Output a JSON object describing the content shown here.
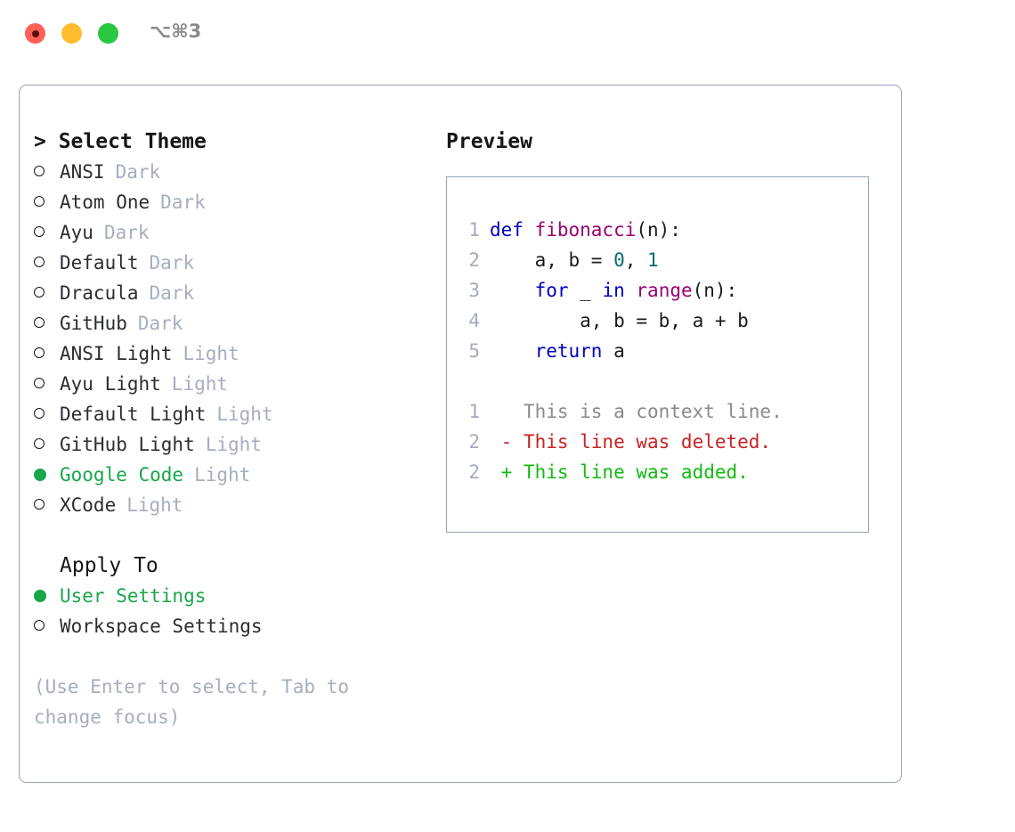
{
  "window": {
    "shortcut": "⌥⌘3",
    "traffic_lights": [
      "close",
      "minimize",
      "maximize"
    ]
  },
  "theme_panel": {
    "title": "> Select Theme",
    "options": [
      {
        "label": "ANSI",
        "tag": "Dark",
        "selected": false
      },
      {
        "label": "Atom One",
        "tag": "Dark",
        "selected": false
      },
      {
        "label": "Ayu",
        "tag": "Dark",
        "selected": false
      },
      {
        "label": "Default",
        "tag": "Dark",
        "selected": false
      },
      {
        "label": "Dracula",
        "tag": "Dark",
        "selected": false
      },
      {
        "label": "GitHub",
        "tag": "Dark",
        "selected": false
      },
      {
        "label": "ANSI Light",
        "tag": "Light",
        "selected": false
      },
      {
        "label": "Ayu Light",
        "tag": "Light",
        "selected": false
      },
      {
        "label": "Default Light",
        "tag": "Light",
        "selected": false
      },
      {
        "label": "GitHub Light",
        "tag": "Light",
        "selected": false
      },
      {
        "label": "Google Code",
        "tag": "Light",
        "selected": true
      },
      {
        "label": "XCode",
        "tag": "Light",
        "selected": false
      }
    ]
  },
  "apply_to": {
    "title": "Apply To",
    "options": [
      {
        "label": "User Settings",
        "tag": "",
        "selected": true
      },
      {
        "label": "Workspace Settings",
        "tag": "",
        "selected": false
      }
    ]
  },
  "hint": "(Use Enter to select, Tab to change focus)",
  "preview": {
    "title": "Preview",
    "code_lines": [
      {
        "num": "1",
        "tokens": [
          {
            "t": "def ",
            "c": "tok-kw"
          },
          {
            "t": "fibonacci",
            "c": "tok-fn"
          },
          {
            "t": "(n):",
            "c": "tok-plain"
          }
        ]
      },
      {
        "num": "2",
        "tokens": [
          {
            "t": "    a, b = ",
            "c": "tok-plain"
          },
          {
            "t": "0",
            "c": "tok-num"
          },
          {
            "t": ", ",
            "c": "tok-plain"
          },
          {
            "t": "1",
            "c": "tok-num"
          }
        ]
      },
      {
        "num": "3",
        "tokens": [
          {
            "t": "    ",
            "c": "tok-plain"
          },
          {
            "t": "for",
            "c": "tok-kw"
          },
          {
            "t": " _ ",
            "c": "tok-plain"
          },
          {
            "t": "in",
            "c": "tok-kw"
          },
          {
            "t": " ",
            "c": "tok-plain"
          },
          {
            "t": "range",
            "c": "tok-fn"
          },
          {
            "t": "(n):",
            "c": "tok-plain"
          }
        ]
      },
      {
        "num": "4",
        "tokens": [
          {
            "t": "        a, b = b, a + b",
            "c": "tok-plain"
          }
        ]
      },
      {
        "num": "5",
        "tokens": [
          {
            "t": "    ",
            "c": "tok-plain"
          },
          {
            "t": "return",
            "c": "tok-kw"
          },
          {
            "t": " a",
            "c": "tok-plain"
          }
        ]
      }
    ],
    "diff_lines": [
      {
        "num": "1",
        "text": "   This is a context line.",
        "kind": "diff-ctx"
      },
      {
        "num": "2",
        "text": " - This line was deleted.",
        "kind": "diff-del"
      },
      {
        "num": "2",
        "text": " + This line was added.",
        "kind": "diff-add"
      }
    ]
  },
  "colors": {
    "accent_green": "#1aa64b",
    "border": "#9aa5b8",
    "muted": "#a6aebf",
    "keyword": "#0000c0",
    "function": "#990073",
    "number": "#0a6b6b",
    "diff_deleted": "#cc2222",
    "diff_added": "#11bb11",
    "traffic_close": "#ff6058",
    "traffic_minimize": "#ffbd2e",
    "traffic_maximize": "#28c840"
  }
}
